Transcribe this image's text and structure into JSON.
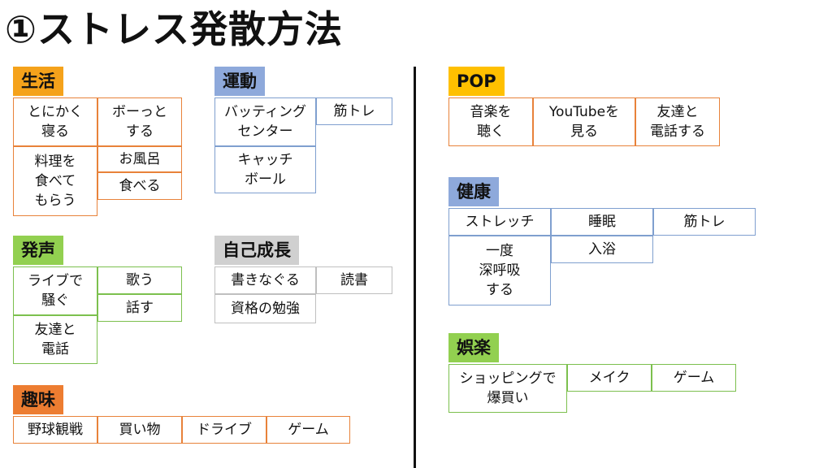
{
  "title": "①ストレス発散方法",
  "colors": {
    "orange_header": "#F5A21B",
    "orange_border": "#E8823A",
    "blue_header": "#8EA9DB",
    "blue_border": "#7F9FCF",
    "green_header": "#92D050",
    "green_border": "#7CC04E",
    "gray_header": "#D0D0D0",
    "gray_border": "#BFBFBF",
    "hobby_header": "#ED7D31",
    "pop_header": "#FFC000"
  },
  "groups": {
    "seikatsu": {
      "header": "生活",
      "items": [
        "とにかく\n寝る",
        "ボーっと\nする",
        "料理を\n食べて\nもらう",
        "お風呂",
        "食べる"
      ]
    },
    "undou": {
      "header": "運動",
      "items": [
        "バッティング\nセンター",
        "筋トレ",
        "キャッチ\nボール"
      ]
    },
    "hassei": {
      "header": "発声",
      "items": [
        "ライブで\n騒ぐ",
        "歌う",
        "話す",
        "友達と\n電話"
      ]
    },
    "jikoseichou": {
      "header": "自己成長",
      "items": [
        "書きなぐる",
        "読書",
        "資格の勉強"
      ]
    },
    "shumi": {
      "header": "趣味",
      "items": [
        "野球観戦",
        "買い物",
        "ドライブ",
        "ゲーム"
      ]
    },
    "pop": {
      "header": "POP",
      "items": [
        "音楽を\n聴く",
        "YouTubeを\n見る",
        "友達と\n電話する"
      ]
    },
    "kenkou": {
      "header": "健康",
      "items": [
        "ストレッチ",
        "睡眠",
        "筋トレ",
        "一度\n深呼吸\nする",
        "入浴"
      ]
    },
    "goraku": {
      "header": "娯楽",
      "items": [
        "ショッピングで\n爆買い",
        "メイク",
        "ゲーム"
      ]
    }
  }
}
